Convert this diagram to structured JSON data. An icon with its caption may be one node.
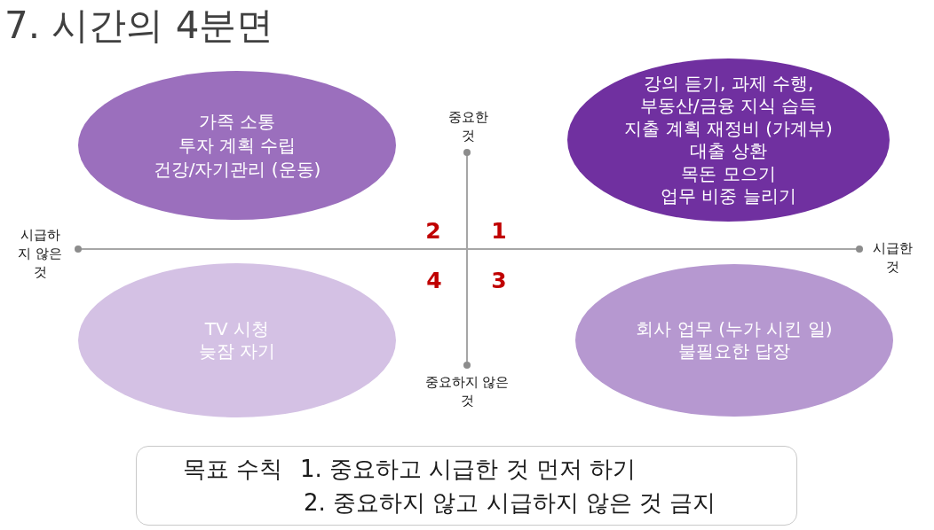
{
  "diagram": {
    "title": "7. 시간의 4분면",
    "nodes": [
      {
        "text": [
          "가족 소통",
          "투자 계획 수립",
          "건강/자기관리 (운동)"
        ]
      },
      {
        "text": [
          "강의 듣기, 과제 수행,",
          "부동산/금융 지식 습득",
          "지출 계획 재정비 (가계부)",
          "대출 상환",
          "목돈 모으기",
          "업무 비중 늘리기"
        ]
      },
      {
        "text": [
          "TV 시청",
          "늦잠 자기"
        ]
      },
      {
        "text": [
          "회사 업무 (누가 시킨 일)",
          "불필요한 답장"
        ]
      },
      {
        "text": [
          "목표 수칙",
          "1. 중요하고 시급한 것 먼저 하기",
          "2. 중요하지 않고 시급하지 않은 것 금지"
        ]
      }
    ],
    "labels": [
      "중요한 것",
      "시급하지 않은 것",
      "2",
      "1",
      "시급한 것",
      "4",
      "3",
      "중요하지 않은 것"
    ]
  }
}
